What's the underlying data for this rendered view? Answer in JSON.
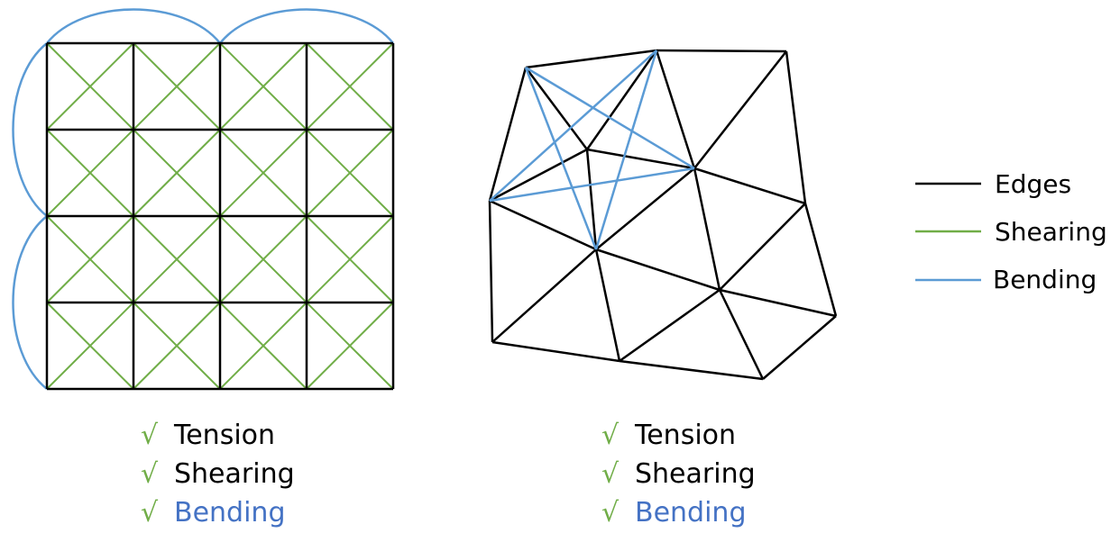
{
  "colors": {
    "edges": "#000000",
    "shearing": "#70AD47",
    "bending": "#5B9BD5",
    "check": "#70AD47"
  },
  "legend": {
    "items": [
      {
        "label": "Edges",
        "color": "#000000"
      },
      {
        "label": "Shearing",
        "color": "#70AD47"
      },
      {
        "label": "Bending",
        "color": "#5B9BD5"
      }
    ]
  },
  "grid_panel": {
    "checklist": [
      {
        "mark": "√",
        "text": "Tension",
        "text_color": "#000000"
      },
      {
        "mark": "√",
        "text": "Shearing",
        "text_color": "#000000"
      },
      {
        "mark": "√",
        "text": "Bending",
        "text_color": "#4472C4"
      }
    ]
  },
  "mesh_panel": {
    "checklist": [
      {
        "mark": "√",
        "text": "Tension",
        "text_color": "#000000"
      },
      {
        "mark": "√",
        "text": "Shearing",
        "text_color": "#000000"
      },
      {
        "mark": "√",
        "text": "Bending",
        "text_color": "#4472C4"
      }
    ]
  }
}
